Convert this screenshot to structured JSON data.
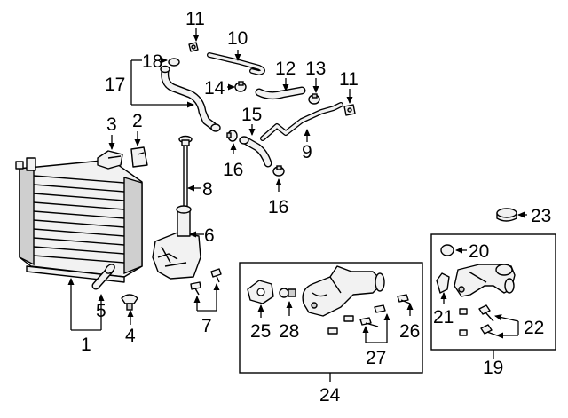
{
  "callouts": {
    "c1": "1",
    "c2": "2",
    "c3": "3",
    "c4": "4",
    "c5": "5",
    "c6": "6",
    "c7": "7",
    "c8": "8",
    "c9": "9",
    "c10": "10",
    "c11a": "11",
    "c11b": "11",
    "c12": "12",
    "c13": "13",
    "c14": "14",
    "c15": "15",
    "c16a": "16",
    "c16b": "16",
    "c17": "17",
    "c18": "18",
    "c19": "19",
    "c20": "20",
    "c21": "21",
    "c22": "22",
    "c23": "23",
    "c24": "24",
    "c25": "25",
    "c26": "26",
    "c27": "27",
    "c28": "28"
  }
}
